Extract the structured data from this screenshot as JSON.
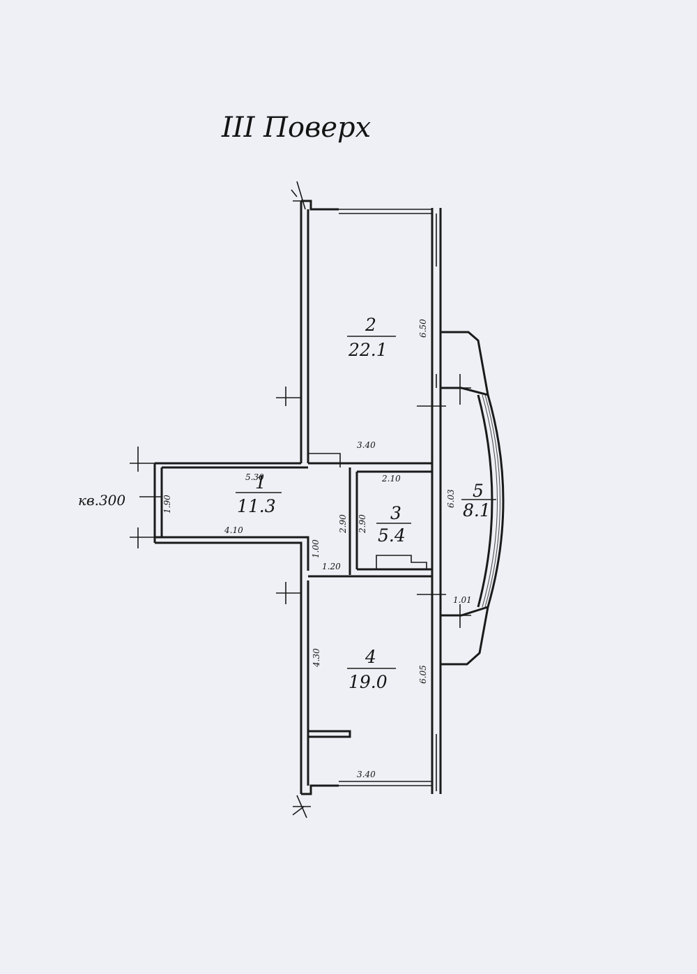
{
  "title": "III Поверх",
  "apartment_label": "кв.300",
  "rooms": [
    {
      "number": "1",
      "area": "11.3"
    },
    {
      "number": "2",
      "area": "22.1"
    },
    {
      "number": "3",
      "area": "5.4"
    },
    {
      "number": "4",
      "area": "19.0"
    },
    {
      "number": "5",
      "area": "8.1"
    }
  ],
  "dimensions": {
    "room2_height": "6.50",
    "room2_width": "3.40",
    "hall_length_top": "5.30",
    "hall_length_bottom": "4.10",
    "hall_width": "1.90",
    "bath_width": "2.10",
    "bath_height_a": "2.90",
    "bath_height_b": "2.90",
    "corridor_1": "1.00",
    "corridor_2": "1.20",
    "balcony_length": "6.03",
    "balcony_depth": "1.01",
    "room4_height_left": "4.30",
    "room4_height_right": "6.05",
    "room4_width": "3.40"
  }
}
